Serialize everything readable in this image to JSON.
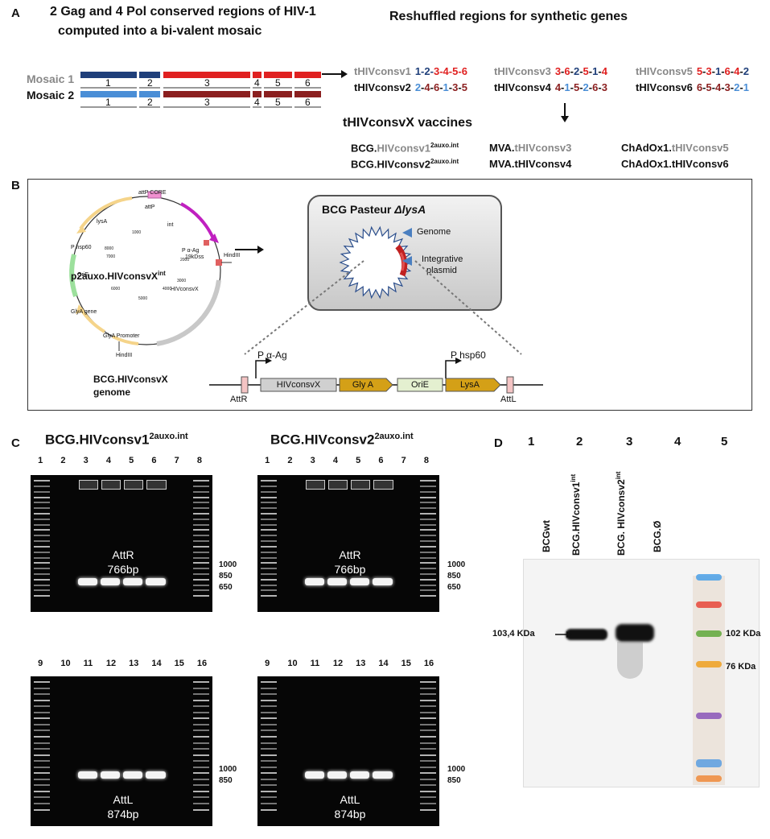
{
  "panelA": {
    "letter": "A",
    "left_title_1": "2 Gag and 4 Pol conserved regions of HIV-1",
    "left_title_2": "computed into a bi-valent mosaic",
    "right_title": "Reshuffled regions for synthetic genes",
    "mosaic1_label": "Mosaic 1",
    "mosaic2_label": "Mosaic 2",
    "region_numbers": [
      "1",
      "2",
      "3",
      "4",
      "5",
      "6"
    ],
    "reshuffled": [
      {
        "name": "tHIVconsv1",
        "name_color": "#888888",
        "seq": [
          {
            "t": "1",
            "c": "#1f3f7a"
          },
          {
            "t": "-",
            "c": "#1f3f7a"
          },
          {
            "t": "2",
            "c": "#1f3f7a"
          },
          {
            "t": "-",
            "c": "#1f3f7a"
          },
          {
            "t": "3",
            "c": "#e02020"
          },
          {
            "t": "-",
            "c": "#e02020"
          },
          {
            "t": "4",
            "c": "#e02020"
          },
          {
            "t": "-",
            "c": "#e02020"
          },
          {
            "t": "5",
            "c": "#e02020"
          },
          {
            "t": "-",
            "c": "#e02020"
          },
          {
            "t": "6",
            "c": "#e02020"
          }
        ]
      },
      {
        "name": "tHIVconsv2",
        "name_color": "#111111",
        "seq": [
          {
            "t": "2",
            "c": "#4a8ed6"
          },
          {
            "t": "-",
            "c": "#111111"
          },
          {
            "t": "4",
            "c": "#8b1f1f"
          },
          {
            "t": "-",
            "c": "#111111"
          },
          {
            "t": "6",
            "c": "#8b1f1f"
          },
          {
            "t": "-",
            "c": "#111111"
          },
          {
            "t": "1",
            "c": "#4a8ed6"
          },
          {
            "t": "-",
            "c": "#111111"
          },
          {
            "t": "3",
            "c": "#8b1f1f"
          },
          {
            "t": "-",
            "c": "#111111"
          },
          {
            "t": "5",
            "c": "#8b1f1f"
          }
        ]
      },
      {
        "name": "tHIVconsv3",
        "name_color": "#888888",
        "seq": [
          {
            "t": "3",
            "c": "#e02020"
          },
          {
            "t": "-",
            "c": "#111111"
          },
          {
            "t": "6",
            "c": "#e02020"
          },
          {
            "t": "-",
            "c": "#111111"
          },
          {
            "t": "2",
            "c": "#1f3f7a"
          },
          {
            "t": "-",
            "c": "#111111"
          },
          {
            "t": "5",
            "c": "#e02020"
          },
          {
            "t": "-",
            "c": "#111111"
          },
          {
            "t": "1",
            "c": "#1f3f7a"
          },
          {
            "t": "-",
            "c": "#111111"
          },
          {
            "t": "4",
            "c": "#e02020"
          }
        ]
      },
      {
        "name": "tHIVconsv4",
        "name_color": "#111111",
        "seq": [
          {
            "t": "4",
            "c": "#8b1f1f"
          },
          {
            "t": "-",
            "c": "#111111"
          },
          {
            "t": "1",
            "c": "#4a8ed6"
          },
          {
            "t": "-",
            "c": "#111111"
          },
          {
            "t": "5",
            "c": "#8b1f1f"
          },
          {
            "t": "-",
            "c": "#111111"
          },
          {
            "t": "2",
            "c": "#4a8ed6"
          },
          {
            "t": "-",
            "c": "#111111"
          },
          {
            "t": "6",
            "c": "#8b1f1f"
          },
          {
            "t": "-",
            "c": "#111111"
          },
          {
            "t": "3",
            "c": "#8b1f1f"
          }
        ]
      },
      {
        "name": "tHIVconsv5",
        "name_color": "#888888",
        "seq": [
          {
            "t": "5",
            "c": "#e02020"
          },
          {
            "t": "-",
            "c": "#111111"
          },
          {
            "t": "3",
            "c": "#e02020"
          },
          {
            "t": "-",
            "c": "#111111"
          },
          {
            "t": "1",
            "c": "#1f3f7a"
          },
          {
            "t": "-",
            "c": "#111111"
          },
          {
            "t": "6",
            "c": "#e02020"
          },
          {
            "t": "-",
            "c": "#111111"
          },
          {
            "t": "4",
            "c": "#e02020"
          },
          {
            "t": "-",
            "c": "#111111"
          },
          {
            "t": "2",
            "c": "#1f3f7a"
          }
        ]
      },
      {
        "name": "tHIVconsv6",
        "name_color": "#111111",
        "seq": [
          {
            "t": "6",
            "c": "#8b1f1f"
          },
          {
            "t": "-",
            "c": "#111111"
          },
          {
            "t": "5",
            "c": "#8b1f1f"
          },
          {
            "t": "-",
            "c": "#111111"
          },
          {
            "t": "4",
            "c": "#8b1f1f"
          },
          {
            "t": "-",
            "c": "#111111"
          },
          {
            "t": "3",
            "c": "#8b1f1f"
          },
          {
            "t": "-",
            "c": "#111111"
          },
          {
            "t": "2",
            "c": "#4a8ed6"
          },
          {
            "t": "-",
            "c": "#111111"
          },
          {
            "t": "1",
            "c": "#4a8ed6"
          }
        ]
      }
    ],
    "vaccines_title": "tHIVconsvX vaccines",
    "vaccines": [
      {
        "prefix": "BCG.",
        "name": "HIVconsv1",
        "sup": "2auxo.int",
        "name_color": "#888888"
      },
      {
        "prefix": "MVA.",
        "name": "tHIVconsv3",
        "sup": "",
        "name_color": "#888888"
      },
      {
        "prefix": "ChAdOx1.",
        "name": "tHIVconsv5",
        "sup": "",
        "name_color": "#888888"
      },
      {
        "prefix": "BCG.",
        "name": "HIVconsv2",
        "sup": "2auxo.int",
        "name_color": "#111111"
      },
      {
        "prefix": "MVA.",
        "name": "tHIVconsv4",
        "sup": "",
        "name_color": "#111111"
      },
      {
        "prefix": "ChAdOx1.",
        "name": "tHIVconsv6",
        "sup": "",
        "name_color": "#111111"
      }
    ],
    "colors": {
      "mosaic1_dark": "#1f3f7a",
      "mosaic2_light": "#4a8ed6",
      "red": "#e02020",
      "dark_red": "#8b1f1f"
    }
  },
  "panelB": {
    "letter": "B",
    "plasmid_name": "p2auxo.HIVconsvX",
    "plasmid_sup": "int",
    "plasmid_features": [
      "attP CORE",
      "attP",
      "int",
      "lysA",
      "P hsp60",
      "OriE",
      "GlyA gene",
      "GlyA Promoter",
      "HindIII",
      "HindIII",
      "P α-Ag",
      "19kDss",
      "HIVconsvX"
    ],
    "plasmid_ticks": [
      "1000",
      "2000",
      "3000",
      "4000",
      "5000",
      "6000",
      "7000",
      "8000"
    ],
    "bcg_title": "BCG Pasteur ",
    "bcg_title_italic": "ΔlysA",
    "genome_label": "Genome",
    "integrative_label_1": "Integrative",
    "integrative_label_2": "plasmid",
    "genome_name_1": "BCG.HIVconsvX",
    "genome_name_2": "genome",
    "attR": "AttR",
    "attL": "AttL",
    "p_alpha_ag": "P α-Ag",
    "p_hsp60": "P hsp60",
    "genes": [
      "HIVconsvX",
      "Gly A",
      "OriE",
      "LysA"
    ]
  },
  "panelC": {
    "letter": "C",
    "title_left": "BCG.HIVconsv1",
    "title_right": "BCG.HIVconsv2",
    "title_sup": "2auxo.int",
    "top_lanes": [
      "1",
      "2",
      "3",
      "4",
      "5",
      "6",
      "7",
      "8"
    ],
    "bottom_lanes": [
      "9",
      "10",
      "11",
      "12",
      "13",
      "14",
      "15",
      "16"
    ],
    "top_markers": [
      "1000",
      "850",
      "650"
    ],
    "bottom_markers": [
      "1000",
      "850"
    ],
    "attR_label": "AttR",
    "attR_size": "766bp",
    "attL_label": "AttL",
    "attL_size": "874bp"
  },
  "panelD": {
    "letter": "D",
    "lanes": [
      "1",
      "2",
      "3",
      "4",
      "5"
    ],
    "lane_labels": [
      {
        "text": "BCGwt",
        "sup": ""
      },
      {
        "text": "BCG.HIVconsv1",
        "sup": "int"
      },
      {
        "text": "BCG. HIVconsv2",
        "sup": "int"
      },
      {
        "text": "BCG.Ø",
        "sup": ""
      }
    ],
    "band_label": "103,4 KDa",
    "ladder_labels": [
      "102 KDa",
      "76 KDa"
    ],
    "ladder_colors": [
      "#4aa0e8",
      "#e8463a",
      "#5fa83a",
      "#f0a020",
      "#8a55b8",
      "#5a9ee0",
      "#f08a3a"
    ]
  }
}
